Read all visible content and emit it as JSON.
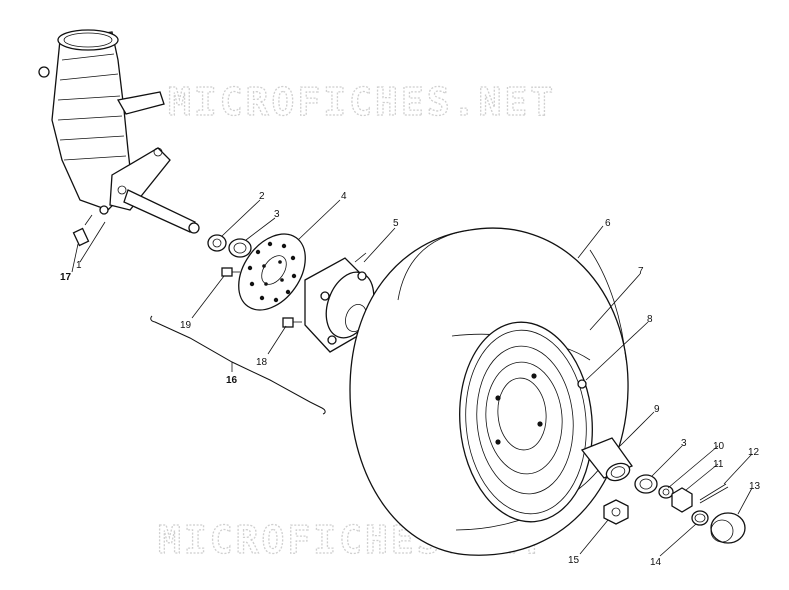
{
  "watermark": {
    "text_top": "MICROFICHES.NET",
    "text_bottom": "MICROFICHES.NET"
  },
  "callouts": {
    "c1": "1",
    "c2": "2",
    "c3a": "3",
    "c3b": "3",
    "c4": "4",
    "c5": "5",
    "c6": "6",
    "c7": "7",
    "c8": "8",
    "c9": "9",
    "c10": "10",
    "c11": "11",
    "c12": "12",
    "c13": "13",
    "c14": "14",
    "c15": "15",
    "c16": "16",
    "c17": "17",
    "c18": "18",
    "c19": "19"
  }
}
